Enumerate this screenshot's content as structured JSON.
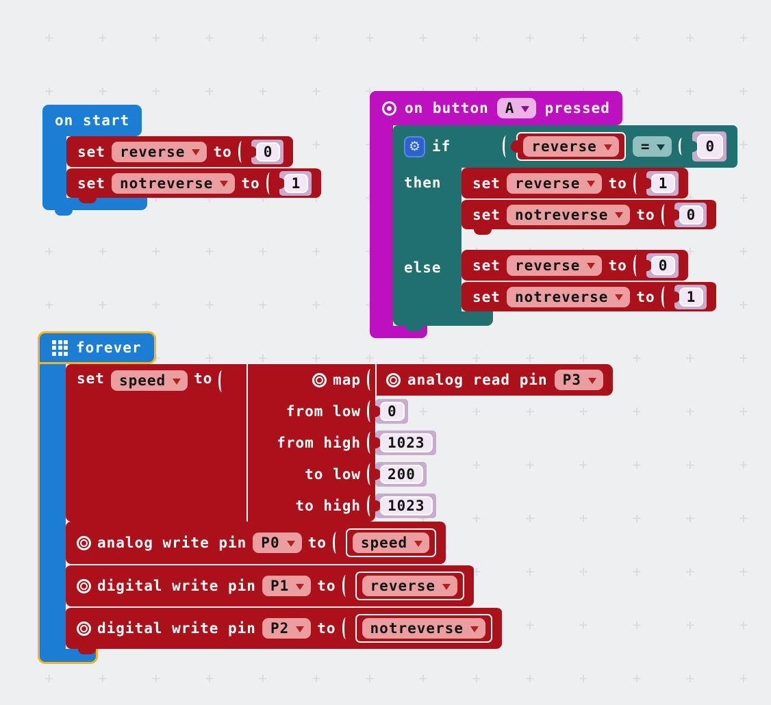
{
  "colors": {
    "background": "#edeff1",
    "grid_mark": "#d8dcdf",
    "basic_blue": "#1b7dd3",
    "selection_outline_yellow": "#f7b320",
    "input_magenta": "#bd10bf",
    "logic_teal": "#20706f",
    "block_red": "#ab111a",
    "dropdown_pink": "#eb9e9f",
    "number_pad_lavender": "#c9abcd",
    "number_pad_inner": "#f2e7f4"
  },
  "icons": {
    "gear": "⚙"
  },
  "labels": {
    "set": "set",
    "to": "to",
    "if": "if",
    "then": "then",
    "else": "else"
  },
  "on_start": {
    "title": "on start",
    "statements": [
      {
        "var": "reverse",
        "value": "0"
      },
      {
        "var": "notreverse",
        "value": "1"
      }
    ]
  },
  "on_button": {
    "title_prefix": "on button",
    "button": "A",
    "title_suffix": "pressed",
    "if_block": {
      "condition": {
        "var": "reverse",
        "op": "=",
        "value": "0"
      },
      "then": [
        {
          "var": "reverse",
          "value": "1"
        },
        {
          "var": "notreverse",
          "value": "0"
        }
      ],
      "else": [
        {
          "var": "reverse",
          "value": "0"
        },
        {
          "var": "notreverse",
          "value": "1"
        }
      ]
    }
  },
  "forever": {
    "title": "forever",
    "set_speed": {
      "var": "speed"
    },
    "map": {
      "label": "map",
      "analog_read": {
        "label": "analog read pin",
        "pin": "P3"
      },
      "rows": [
        {
          "label": "from low",
          "value": "0"
        },
        {
          "label": "from high",
          "value": "1023"
        },
        {
          "label": "to low",
          "value": "200"
        },
        {
          "label": "to high",
          "value": "1023"
        }
      ]
    },
    "writes": [
      {
        "label": "analog write pin",
        "pin": "P0",
        "var": "speed"
      },
      {
        "label": "digital write pin",
        "pin": "P1",
        "var": "reverse"
      },
      {
        "label": "digital write pin",
        "pin": "P2",
        "var": "notreverse"
      }
    ]
  }
}
